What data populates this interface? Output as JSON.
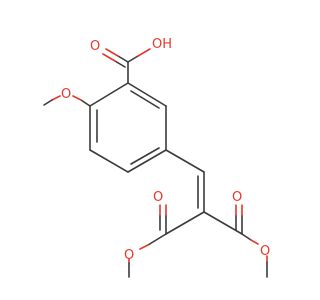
{
  "molecule": {
    "colors": {
      "bond": "#3a3a3a",
      "oxygen": "#e8362a",
      "background": "#ffffff"
    },
    "labels": {
      "carboxyl_oh": "OH",
      "carboxyl_o": "O",
      "methoxy_o": "O",
      "ester_left_carbonyl_o": "O",
      "ester_left_ether_o": "O",
      "ester_right_carbonyl_o": "O",
      "ester_right_ether_o": "O"
    }
  }
}
